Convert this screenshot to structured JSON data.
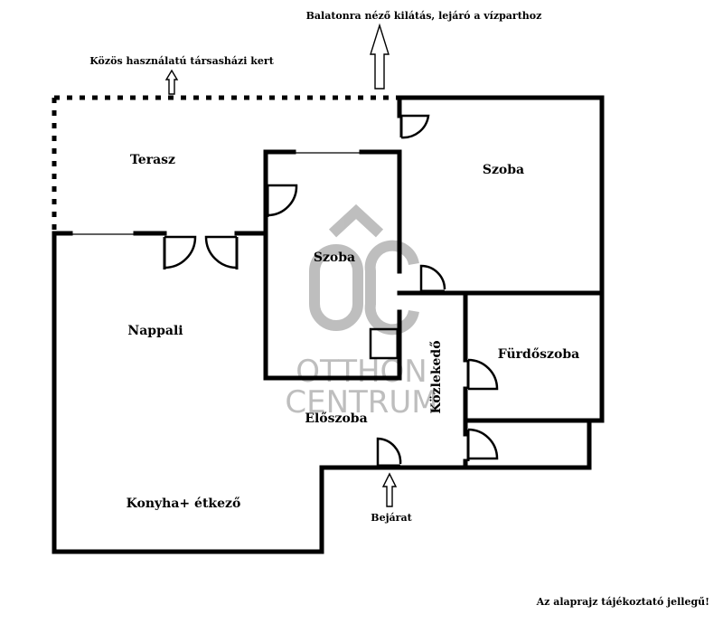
{
  "annotations": {
    "view": "Balatonra néző kilátás, lejáró a vízparthoz",
    "garden": "Közös használatú társasházi kert",
    "entrance": "Bejárat",
    "disclaimer": "Az alaprajz tájékoztató jellegű!"
  },
  "rooms": {
    "terrace": "Terasz",
    "room_top_right": "Szoba",
    "room_middle": "Szoba",
    "living": "Nappali",
    "bathroom": "Fürdőszoba",
    "corridor": "Közlekedő",
    "hall": "Előszoba",
    "kitchen": "Konyha+ étkező"
  },
  "watermark": {
    "brand_line1": "OTTHON",
    "brand_line2": "CENTRUM",
    "monogram": "OC"
  }
}
